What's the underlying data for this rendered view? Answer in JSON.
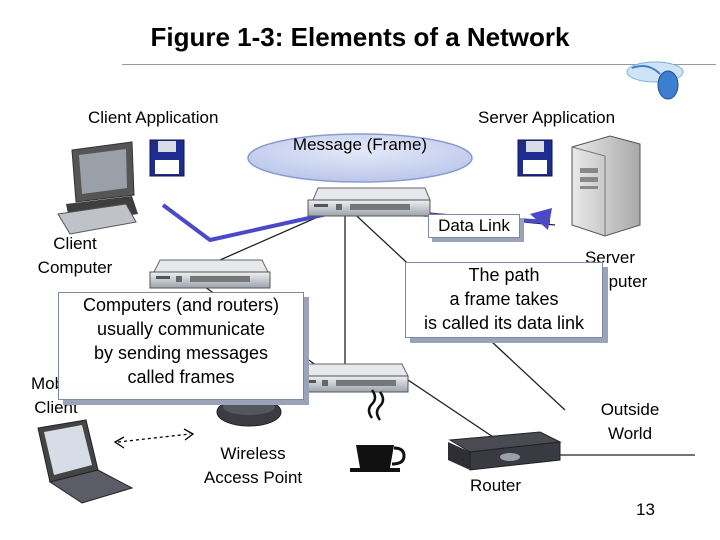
{
  "title": "Figure 1-3: Elements of a Network",
  "labels": {
    "client_application": "Client Application",
    "server_application": "Server Application",
    "message_frame": "Message (Frame)",
    "data_link": "Data Link",
    "client_computer": [
      "Client",
      "Computer"
    ],
    "server_computer": [
      "Server",
      "Computer"
    ],
    "mobile_client": [
      "Mobile",
      "Client"
    ],
    "wireless_access_point": [
      "Wireless",
      "Access Point"
    ],
    "outside_world": [
      "Outside",
      "World"
    ],
    "router": "Router"
  },
  "callouts": {
    "frames": [
      "Computers (and routers)",
      "usually communicate",
      "by sending messages",
      "called frames"
    ],
    "data_link": [
      "The path",
      "a frame takes",
      "is called its data link"
    ]
  },
  "page_number": "13",
  "colors": {
    "data_link_path": "#4a49c8",
    "message_ellipse": "#c8d2ee",
    "device_body": "#c9ccd4",
    "floppy": "#1e2b8f"
  }
}
